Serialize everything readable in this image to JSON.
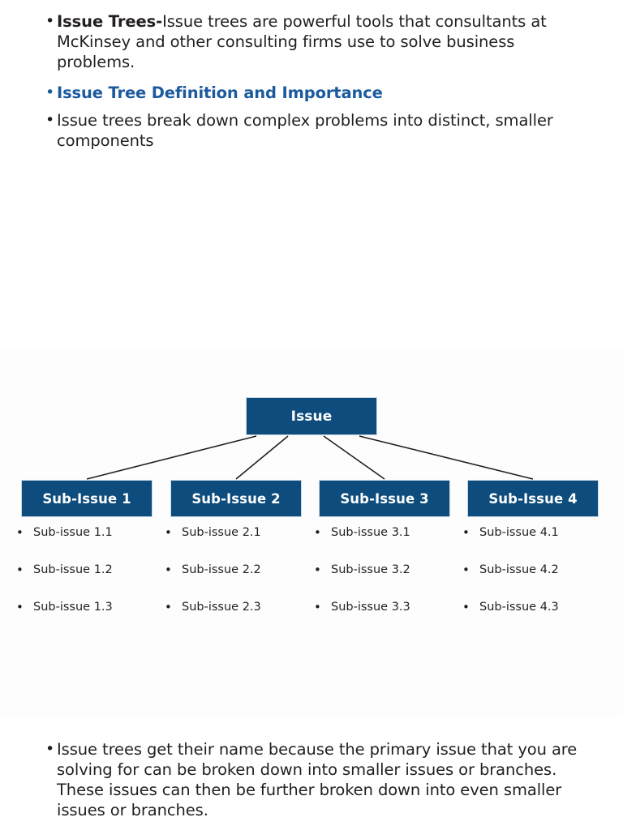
{
  "colors": {
    "node_fill": "#0d4c7c",
    "node_border": "#c9d8e4",
    "heading_blue": "#1c5a9e",
    "body_text": "#231f20",
    "connector_line": "#231f20",
    "panel_background": "#fdfdfe",
    "page_background": "#ffffff"
  },
  "top": {
    "bullets": [
      {
        "marker": "•",
        "lead": "Issue Trees-",
        "rest": "Issue trees are powerful tools that consultants at McKinsey and other consulting firms use to solve business problems."
      },
      {
        "marker": "•",
        "lead": "",
        "rest": "Issue Tree Definition and Importance"
      },
      {
        "marker": "•",
        "lead": "",
        "rest": "Issue trees break down complex problems into distinct, smaller components"
      }
    ]
  },
  "diagram": {
    "root": {
      "label": "Issue"
    },
    "branches": [
      {
        "label": "Sub-Issue 1",
        "items": [
          {
            "marker": "•",
            "text": "Sub-issue 1.1"
          },
          {
            "marker": "•",
            "text": "Sub-issue 1.2"
          },
          {
            "marker": "•",
            "text": "Sub-issue 1.3"
          }
        ]
      },
      {
        "label": "Sub-Issue 2",
        "items": [
          {
            "marker": "•",
            "text": "Sub-issue 2.1"
          },
          {
            "marker": "•",
            "text": "Sub-issue 2.2"
          },
          {
            "marker": "•",
            "text": "Sub-issue 2.3"
          }
        ]
      },
      {
        "label": "Sub-Issue 3",
        "items": [
          {
            "marker": "•",
            "text": "Sub-issue 3.1"
          },
          {
            "marker": "•",
            "text": "Sub-issue 3.2"
          },
          {
            "marker": "•",
            "text": "Sub-issue 3.3"
          }
        ]
      },
      {
        "label": "Sub-Issue 4",
        "items": [
          {
            "marker": "•",
            "text": "Sub-issue 4.1"
          },
          {
            "marker": "•",
            "text": "Sub-issue 4.2"
          },
          {
            "marker": "•",
            "text": "Sub-issue 4.3"
          }
        ]
      }
    ]
  },
  "bottom": {
    "bullets": [
      {
        "marker": "•",
        "text": "Issue trees get their name because the primary issue that you are solving for can be broken down into smaller issues or branches. These issues can then be further broken down into even smaller issues or branches."
      }
    ]
  }
}
